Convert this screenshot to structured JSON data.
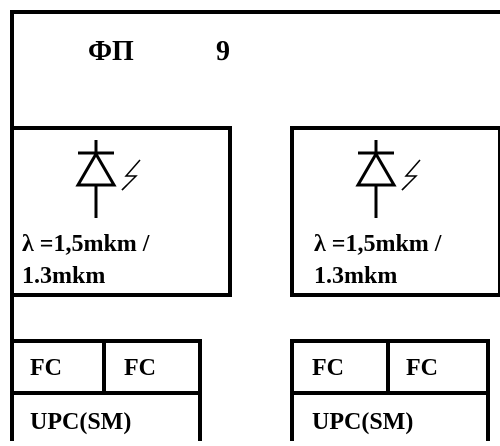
{
  "title": {
    "prefix": "ФП",
    "number": "9"
  },
  "detectors": [
    {
      "wavelength_line1": "λ =1,5mkm /",
      "wavelength_line2": "1.3mkm",
      "icon": "photodiode-icon"
    },
    {
      "wavelength_line1": "λ =1,5mkm /",
      "wavelength_line2": "1.3mkm",
      "icon": "photodiode-icon"
    }
  ],
  "connectors": [
    {
      "left": "FC",
      "right": "FC",
      "type": "UPC(SM)"
    },
    {
      "left": "FC",
      "right": "FC",
      "type": "UPC(SM)"
    }
  ],
  "colors": {
    "stroke": "#000000",
    "background": "#ffffff"
  }
}
